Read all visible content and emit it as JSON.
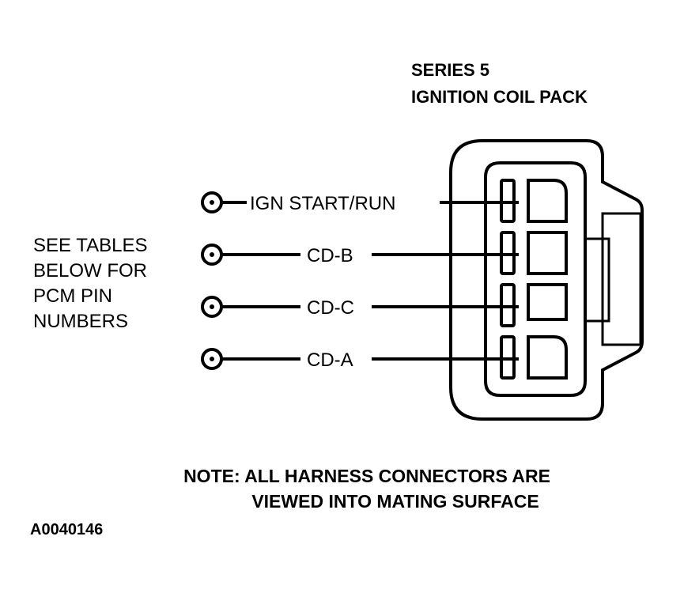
{
  "title": {
    "line1": "SERIES 5",
    "line2": "IGNITION COIL PACK"
  },
  "side_note": {
    "line1": "SEE TABLES",
    "line2": "BELOW FOR",
    "line3": "PCM PIN",
    "line4": "NUMBERS"
  },
  "wires": [
    {
      "label": "IGN START/RUN"
    },
    {
      "label": "CD-B"
    },
    {
      "label": "CD-C"
    },
    {
      "label": "CD-A"
    }
  ],
  "note": {
    "line1": "NOTE: ALL HARNESS CONNECTORS ARE",
    "line2": "VIEWED INTO MATING SURFACE"
  },
  "figure_id": "A0040146",
  "colors": {
    "ink": "#000000",
    "background": "#ffffff"
  }
}
